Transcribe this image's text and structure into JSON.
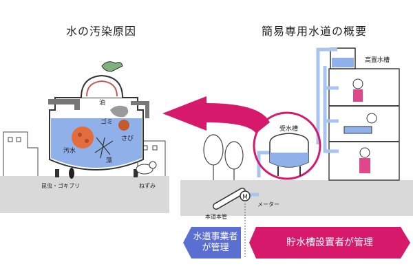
{
  "left_title": "水の汚染原因",
  "right_title": "簡易専用水道の概要",
  "left_labels": {
    "oil": "油",
    "rust_garbage": "ゴミ",
    "rust": "さび",
    "dirty_water": "汚水",
    "algae": "藻",
    "insects": "昆虫・ゴキブリ",
    "rat": "ねずみ"
  },
  "right_labels": {
    "elevated_tank": "高置水槽",
    "receiving_tank": "受水槽",
    "water_main": "本道本管",
    "meter": "メーター",
    "meter_symbol": "M"
  },
  "banners": {
    "utility": {
      "line1": "水道事業者",
      "line2": "が管理",
      "color": "#5b6fd3"
    },
    "owner": {
      "text": "貯水槽設置者が管理",
      "color": "#d6196b"
    }
  },
  "colors": {
    "water": "#8fb0e8",
    "ground": "#d9d9d9",
    "accent": "#d6196b",
    "pipe": "#a9c4ee",
    "garbage": "#e46d3e"
  }
}
